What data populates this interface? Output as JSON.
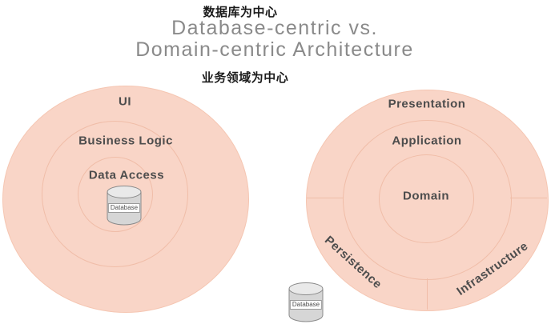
{
  "title": {
    "cn_top": "数据库为中心",
    "en_line1": "Database-centric vs.",
    "en_line2": "Domain-centric Architecture",
    "cn_bottom": "业务领域为中心"
  },
  "left_diagram": {
    "outer_label": "UI",
    "middle_label": "Business Logic",
    "inner_label": "Data Access",
    "database_label": "Database"
  },
  "right_diagram": {
    "outer_label": "Presentation",
    "middle_label": "Application",
    "inner_label": "Domain",
    "bottom_left_label": "Persistence",
    "bottom_right_label": "Infrastructure",
    "database_label": "Database"
  },
  "colors": {
    "circle_fill": "#f9d5c7",
    "circle_line": "#f0bda8",
    "ring_label_text": "#4d4d4d",
    "title_text": "#8a8a8a",
    "annotation_text": "#1a1a1a",
    "cylinder_fill": "#d6d6d6",
    "cylinder_top_fill": "#e9e9e9",
    "cylinder_stroke": "#8a8a8a"
  }
}
